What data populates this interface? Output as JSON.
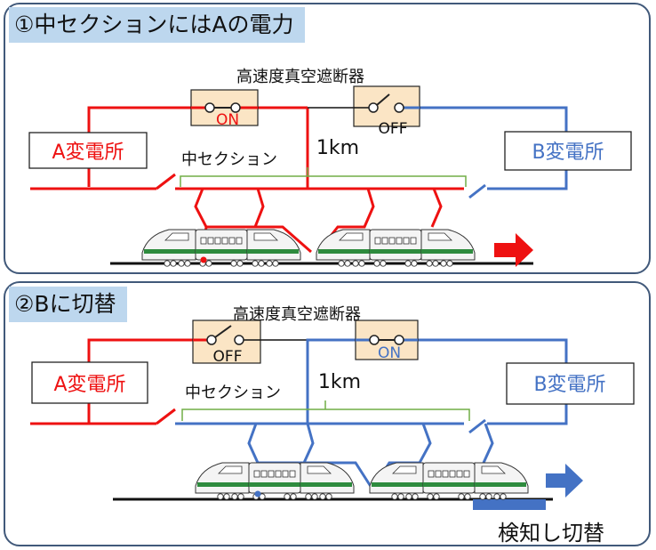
{
  "panel1": {
    "title": "①中セクションにはAの電力",
    "breaker_label": "高速度真空遮断器",
    "station_a": "A変電所",
    "station_b": "B変電所",
    "section_label": "中セクション",
    "distance_label": "1km",
    "breaker_a_state": "ON",
    "breaker_b_state": "OFF"
  },
  "panel2": {
    "title": "②Bに切替",
    "breaker_label": "高速度真空遮断器",
    "station_a": "A変電所",
    "station_b": "B変電所",
    "section_label": "中セクション",
    "distance_label": "1km",
    "breaker_a_state": "OFF",
    "breaker_b_state": "ON",
    "detect_label": "検知し切替"
  },
  "colors": {
    "feed_a": "#ee1111",
    "feed_b": "#4472c4",
    "section_bracket": "#70ad47",
    "breaker_fill": "#fbe5c5",
    "title_bg": "#bdd7ee",
    "panel_border": "#41597a",
    "arrow_panel1": "#ee1111",
    "arrow_panel2": "#4472c4"
  }
}
